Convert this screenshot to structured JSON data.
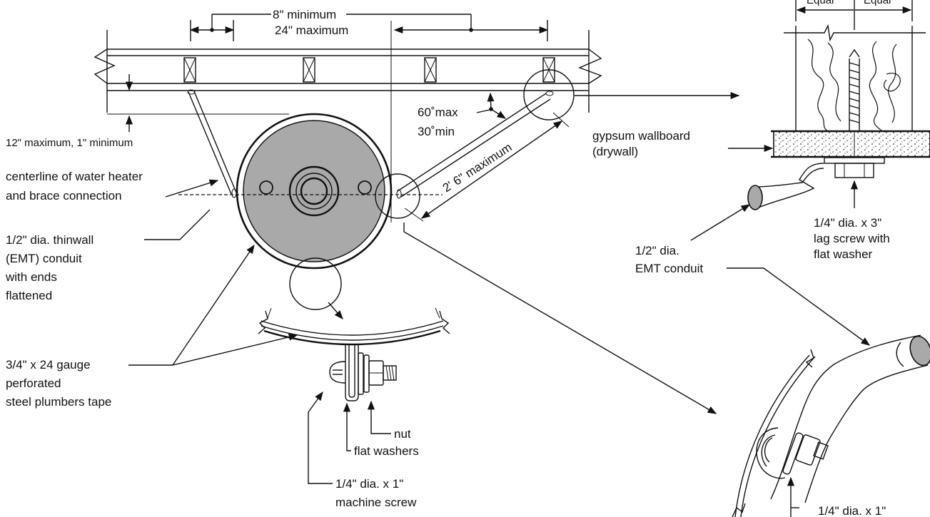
{
  "labels": {
    "min_spacing": "8\" minimum",
    "max_spacing": "24\" maximum",
    "equal_left": "Equal",
    "equal_right": "Equal",
    "angle_max": "60˚max",
    "angle_min": "30˚min",
    "offset": "12\" maximum, 1\" minimum",
    "brace_length": "2' 6\" maximum",
    "centerline_1": "centerline of water heater",
    "centerline_2": "and brace connection",
    "conduit_1": "1/2\" dia. thinwall",
    "conduit_2": "(EMT) conduit",
    "conduit_3": "with ends",
    "conduit_4": "flattened",
    "gypsum_1": "gypsum wallboard",
    "gypsum_2": "(drywall)",
    "lag_1": "1/4\" dia. x 3\"",
    "lag_2": "lag screw with",
    "lag_3": "flat washer",
    "emt_1": "1/2\" dia.",
    "emt_2": "EMT conduit",
    "tape_1": "3/4\" x 24 gauge",
    "tape_2": "perforated",
    "tape_3": "steel plumbers tape",
    "nut": "nut",
    "washers": "flat washers",
    "machine_1": "1/4\" dia. x 1\"",
    "machine_2": "machine screw",
    "machine_bottom": "1/4\" dia. x 1\""
  },
  "colors": {
    "line": "#111111",
    "heater_fill": "#a9a9a9",
    "drywall_fill": "#e2e2e2"
  }
}
